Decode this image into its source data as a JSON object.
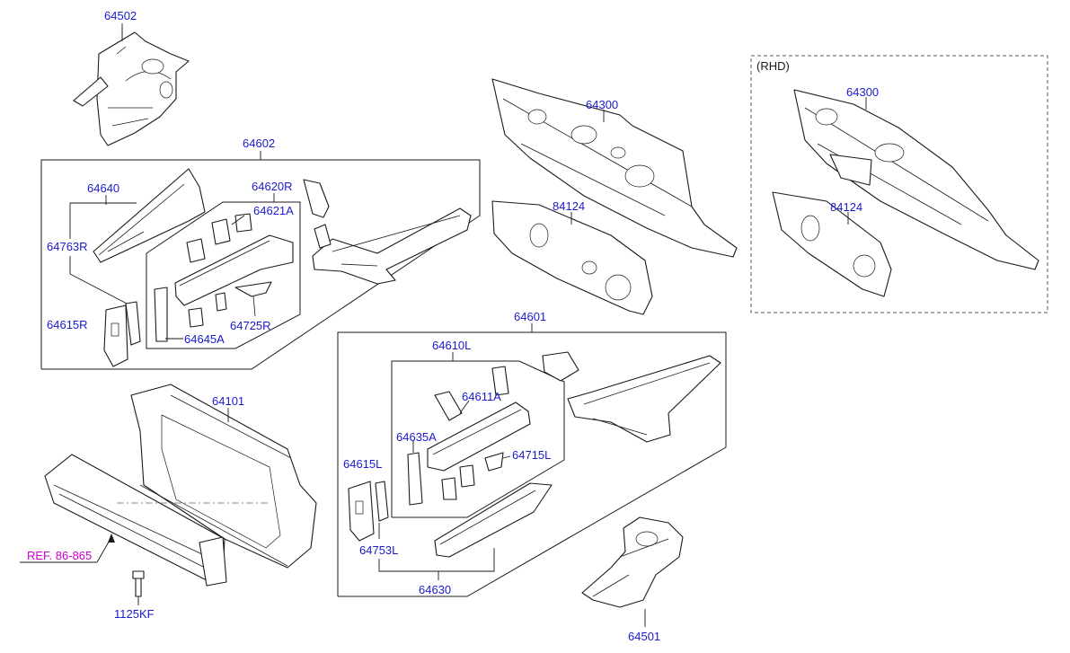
{
  "colors": {
    "part_number": "#1a1acc",
    "reference": "#cc00cc",
    "line": "#1a1a1a"
  },
  "rhd_box": {
    "title": "(RHD)"
  },
  "labels": {
    "p64502": "64502",
    "p64602": "64602",
    "p64640": "64640",
    "p64620R": "64620R",
    "p64621A": "64621A",
    "p64763R": "64763R",
    "p64615R": "64615R",
    "p64645A": "64645A",
    "p64725R": "64725R",
    "p64300": "64300",
    "p84124": "84124",
    "p64300_rhd": "64300",
    "p84124_rhd": "84124",
    "p64601": "64601",
    "p64610L": "64610L",
    "p64611A": "64611A",
    "p64635A": "64635A",
    "p64715L": "64715L",
    "p64615L": "64615L",
    "p64753L": "64753L",
    "p64630": "64630",
    "p64101": "64101",
    "ref": "REF. 86-865",
    "p1125KF": "1125KF",
    "p64501": "64501"
  }
}
